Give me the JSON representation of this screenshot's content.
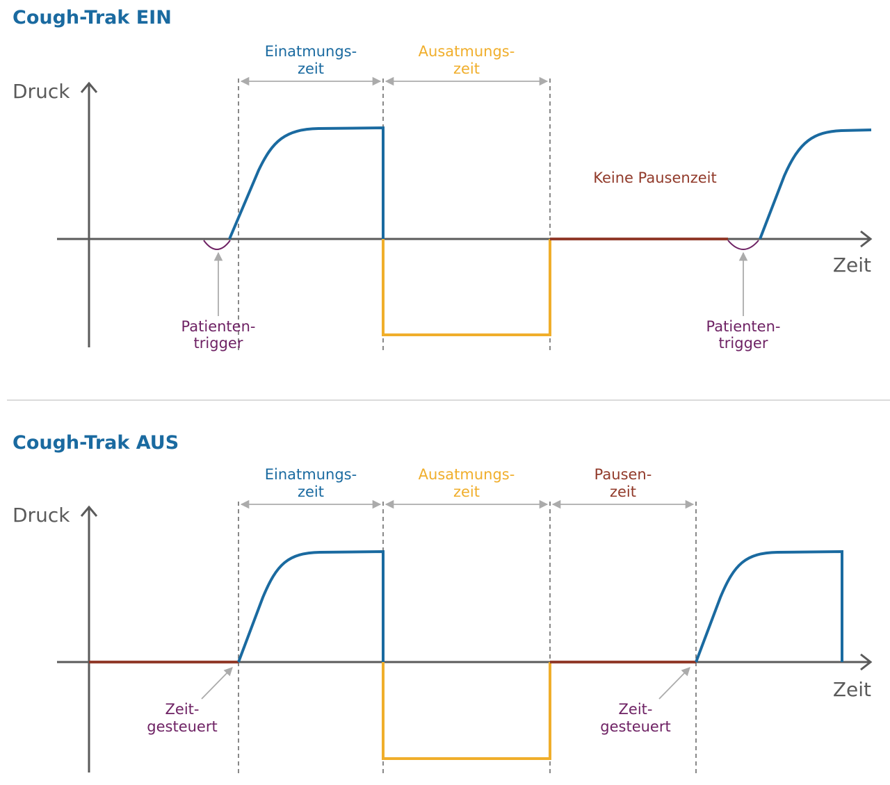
{
  "colors": {
    "title": "#1a6aa0",
    "axis": "#5a5a5a",
    "inhale": "#1a6aa0",
    "exhale": "#f0ae2b",
    "pause": "#913a2a",
    "trigger": "#6e2264",
    "guide": "#6b6b6b",
    "arrow": "#ababab",
    "divider": "#cfcfcf"
  },
  "panels": [
    {
      "id": "ein",
      "title": "Cough-Trak EIN",
      "y_axis_label": "Druck",
      "x_axis_label": "Zeit",
      "phases": [
        {
          "kind": "inhale",
          "line1": "Einatmungs-",
          "line2": "zeit"
        },
        {
          "kind": "exhale",
          "line1": "Ausatmungs-",
          "line2": "zeit"
        }
      ],
      "pause_label": "Keine Pausenzeit",
      "triggers": [
        {
          "line1": "Patienten-",
          "line2": "trigger"
        },
        {
          "line1": "Patienten-",
          "line2": "trigger"
        }
      ]
    },
    {
      "id": "aus",
      "title": "Cough-Trak AUS",
      "y_axis_label": "Druck",
      "x_axis_label": "Zeit",
      "phases": [
        {
          "kind": "inhale",
          "line1": "Einatmungs-",
          "line2": "zeit"
        },
        {
          "kind": "exhale",
          "line1": "Ausatmungs-",
          "line2": "zeit"
        },
        {
          "kind": "pause",
          "line1": "Pausen-",
          "line2": "zeit"
        }
      ],
      "triggers": [
        {
          "line1": "Zeit-",
          "line2": "gesteuert"
        },
        {
          "line1": "Zeit-",
          "line2": "gesteuert"
        }
      ]
    }
  ]
}
